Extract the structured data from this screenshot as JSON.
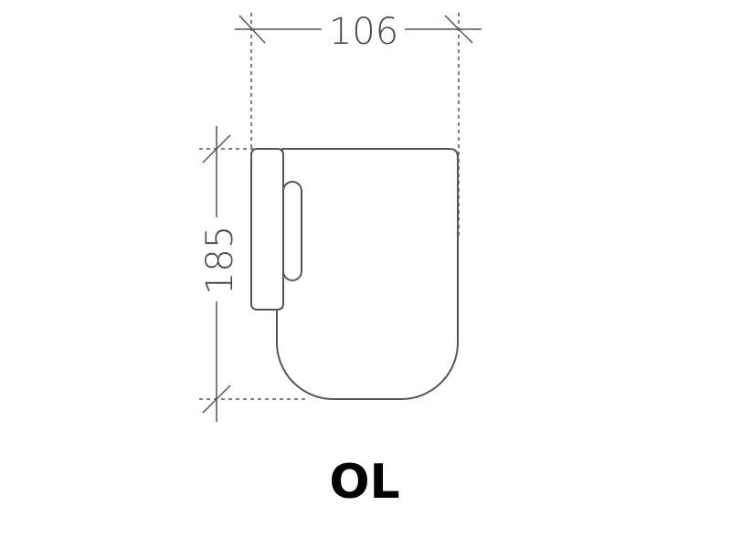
{
  "dimensions": {
    "width": "106",
    "depth": "185"
  },
  "label": "OL"
}
